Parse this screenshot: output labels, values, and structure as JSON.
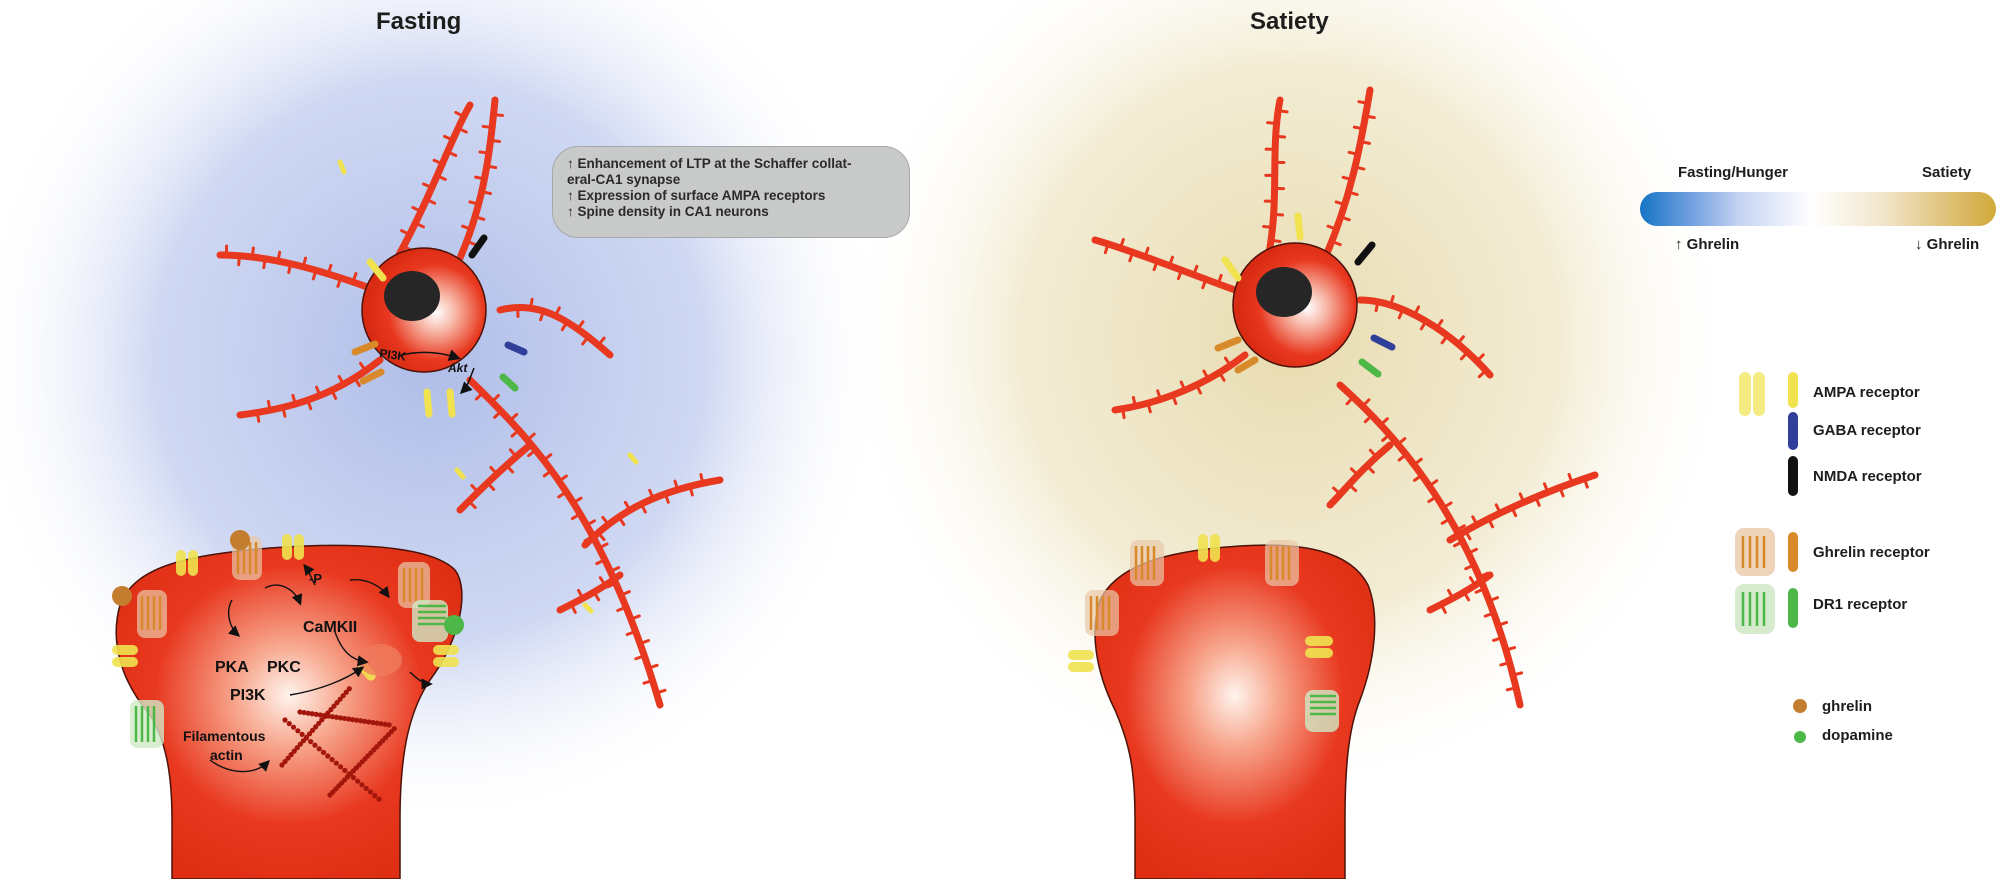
{
  "panels": {
    "fasting": {
      "title": "Fasting",
      "callout": [
        "↑  Enhancement of LTP at the Schaffer collat-",
        "     eral-CA1 synapse",
        "↑  Expression of surface AMPA receptors",
        "↑  Spine density in CA1 neurons"
      ],
      "neuron_labels": {
        "pi3k": "PI3K",
        "akt": "Akt"
      },
      "spine_labels": {
        "pka": "PKA",
        "pkc": "PKC",
        "pi3k": "PI3K",
        "camkii": "CaMKII",
        "phospho": "-P",
        "actin_line1": "Filamentous",
        "actin_line2": "actin"
      }
    },
    "satiety": {
      "title": "Satiety"
    }
  },
  "scale": {
    "left_label": "Fasting/Hunger",
    "right_label": "Satiety",
    "left_sub": "↑ Ghrelin",
    "right_sub": "↓ Ghrelin"
  },
  "legend": {
    "items": [
      {
        "label": "AMPA receptor",
        "icon": "ampa-receptor-icon",
        "color": "#f0e34f"
      },
      {
        "label": "GABA receptor",
        "icon": "gaba-receptor-icon",
        "color": "#2f3f9a"
      },
      {
        "label": "NMDA receptor",
        "icon": "nmda-receptor-icon",
        "color": "#111111"
      },
      {
        "label": "Ghrelin receptor",
        "icon": "ghrelin-receptor-icon",
        "color": "#d88a2a"
      },
      {
        "label": "DR1 receptor",
        "icon": "dr1-receptor-icon",
        "color": "#4db848"
      },
      {
        "label": "ghrelin",
        "icon": "ghrelin-dot-icon",
        "color": "#c47c2e"
      },
      {
        "label": "dopamine",
        "icon": "dopamine-dot-icon",
        "color": "#4db848"
      }
    ]
  },
  "colors": {
    "neuron": "#e8381f",
    "neuron_outline": "#4a1208",
    "fasting_halo": "#b7c4ea",
    "satiety_halo": "#eadfb6",
    "callout_bg": "#c8cac9"
  }
}
